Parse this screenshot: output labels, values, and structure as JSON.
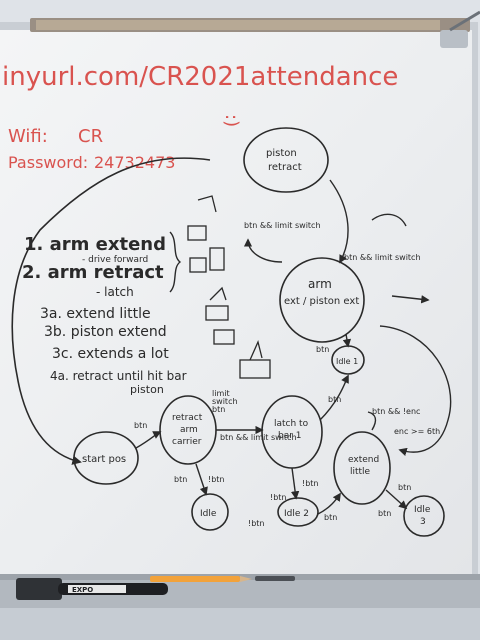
{
  "header": {
    "url": "inyurl.com/CR2021attendance",
    "smiley": ":)",
    "wifi_label": "Wifi:",
    "wifi_value": "CR",
    "password_label": "Password:",
    "password_value": "24732473"
  },
  "steps": [
    {
      "label": "1. arm extend"
    },
    {
      "label": "- drive forward"
    },
    {
      "label": "2. arm retract"
    },
    {
      "label": "- latch"
    },
    {
      "label": "3a. extend little"
    },
    {
      "label": "3b. piston extend"
    },
    {
      "label": "3c. extends a lot"
    },
    {
      "label": "4a. retract until hit bar"
    },
    {
      "label": "piston"
    }
  ],
  "states": {
    "piston_retract": [
      "piston",
      "retract"
    ],
    "arm_ext": [
      "arm",
      "ext / piston ext"
    ],
    "idle1": "Idle 1",
    "retract_arm_carrier": [
      "retract",
      "arm",
      "carrier"
    ],
    "latch_to_bar": [
      "latch to",
      "bar 1"
    ],
    "extend_little": [
      "extend",
      "little"
    ],
    "start_pos": "start pos",
    "idle_bottom": "Idle",
    "idle2": "Idle 2",
    "idle3": [
      "Idle",
      "3"
    ]
  },
  "transitions": {
    "btn_limit_switch": "btn && limit switch",
    "btn_and_limit_switch_right": "btn && limit switch",
    "btn_1": "btn",
    "btn_limit_switch_2": [
      "limit",
      "switch",
      "btn"
    ],
    "btn_start": "btn",
    "btn_limit_switch_3": "btn && limit switch",
    "btn_latch": "btn",
    "btn_enc": "btn && !enc",
    "enc_ge_6th": "enc >= 6th",
    "btn_down1": "btn",
    "not_btn_1": "!btn",
    "not_btn_2": "!btn",
    "btn_down2": "btn",
    "btn_right": "btn",
    "btn_bottom": "btn",
    "not_btn_3": "!btn",
    "not_btn_4": "!btn"
  },
  "marker": {
    "brand": "EXPO"
  }
}
